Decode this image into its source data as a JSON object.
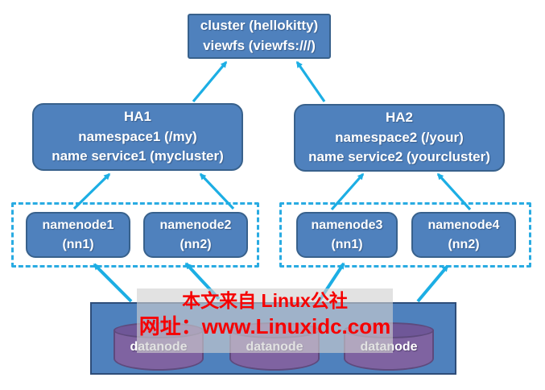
{
  "diagram": {
    "cluster": {
      "line1": "cluster (hellokitty)",
      "line2": "viewfs (viewfs:///)"
    },
    "ha1": {
      "line1": "HA1",
      "line2": "namespace1 (/my)",
      "line3": "name service1 (mycluster)"
    },
    "ha2": {
      "line1": "HA2",
      "line2": "namespace2 (/your)",
      "line3": "name service2 (yourcluster)"
    },
    "namenodes": [
      {
        "line1": "namenode1",
        "line2": "(nn1)"
      },
      {
        "line1": "namenode2",
        "line2": "(nn2)"
      },
      {
        "line1": "namenode3",
        "line2": "(nn1)"
      },
      {
        "line1": "namenode4",
        "line2": "(nn2)"
      }
    ],
    "datanodes": [
      "datanode",
      "datanode",
      "datanode"
    ]
  },
  "watermark": {
    "line1": "本文来自 Linux公社",
    "line2": "网址：www.Linuxidc.com"
  },
  "colors": {
    "node_fill": "#4f81bd",
    "node_border": "#38618c",
    "arrow": "#1caee4",
    "dashed_border": "#29abe2",
    "cylinder_fill": "#7f63a1",
    "cylinder_border": "#5e4a7d",
    "watermark_text": "#f60000",
    "watermark_band": "#d0d0d0"
  }
}
